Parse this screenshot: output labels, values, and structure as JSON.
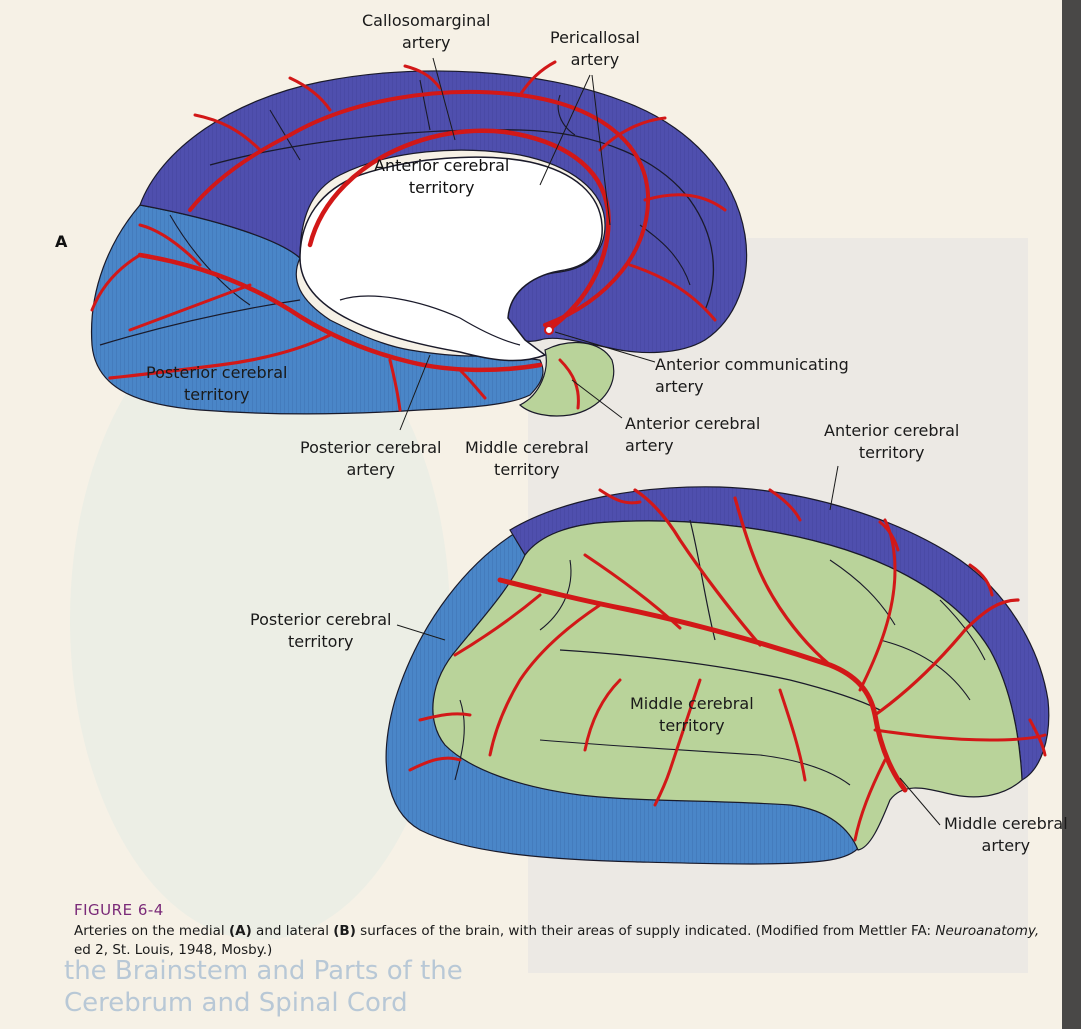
{
  "panel_letter": "A",
  "labels": {
    "callosomarginal": [
      "Callosomarginal",
      "artery"
    ],
    "pericallosal": [
      "Pericallosal",
      "artery"
    ],
    "anterior_cerebral_territory_a": [
      "Anterior cerebral",
      "territory"
    ],
    "posterior_cerebral_territory_a": [
      "Posterior cerebral",
      "territory"
    ],
    "anterior_communicating": [
      "Anterior communicating",
      "artery"
    ],
    "anterior_cerebral_artery": [
      "Anterior cerebral",
      "artery"
    ],
    "posterior_cerebral_artery": [
      "Posterior cerebral",
      "artery"
    ],
    "middle_cerebral_territory_a": [
      "Middle cerebral",
      "territory"
    ],
    "anterior_cerebral_territory_b": [
      "Anterior cerebral",
      "territory"
    ],
    "posterior_cerebral_territory_b": [
      "Posterior cerebral",
      "territory"
    ],
    "middle_cerebral_territory_b": [
      "Middle cerebral",
      "territory"
    ],
    "middle_cerebral_artery": [
      "Middle cerebral",
      "artery"
    ]
  },
  "figure": {
    "title": "FIGURE 6-4",
    "caption_1": "Arteries on the medial ",
    "caption_A": "(A)",
    "caption_2": " and lateral ",
    "caption_B": "(B)",
    "caption_3": " surfaces of the brain, with their areas of supply indicated. (Modified from Mettler FA: ",
    "caption_italic": "Neuroanatomy,",
    "caption_4": "ed 2, St. Louis, 1948, Mosby.)"
  },
  "background_text": "the Brainstem and Parts of the Cerebrum and Spinal Cord",
  "colors": {
    "anterior_territory": "#4f4fae",
    "posterior_territory": "#4a86c8",
    "middle_territory": "#b9d39a",
    "artery": "#d21818",
    "outline": "#1a1a2a"
  }
}
